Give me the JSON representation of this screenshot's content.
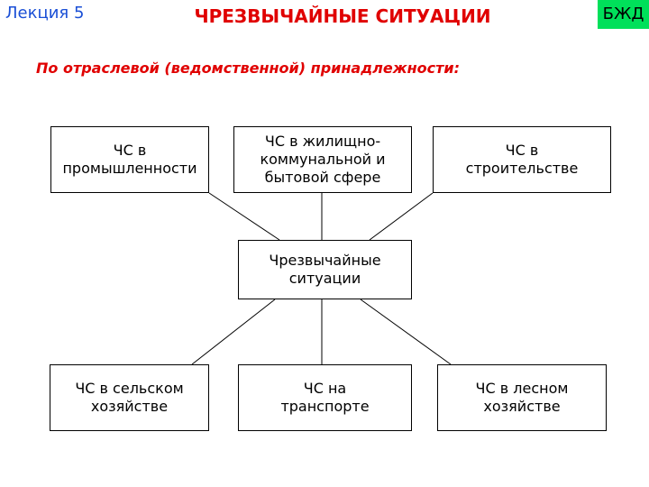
{
  "header": {
    "lecture": "Лекция 5",
    "title": "ЧРЕЗВЫЧАЙНЫЕ СИТУАЦИИ",
    "badge": "БЖД",
    "subtitle": "По отраслевой (ведомственной) принадлежности:"
  },
  "diagram": {
    "center": "Чрезвычайные\nситуации",
    "top": [
      "ЧС в\nпромышленности",
      "ЧС в жилищно-\nкоммунальной и\nбытовой сфере",
      "ЧС в\nстроительстве"
    ],
    "bottom": [
      "ЧС в сельском\nхозяйстве",
      "ЧС на\nтранспорте",
      "ЧС в лесном\nхозяйстве"
    ]
  },
  "colors": {
    "title": "#e00000",
    "lecture": "#1a4fd6",
    "badge_bg": "#00e05a"
  }
}
